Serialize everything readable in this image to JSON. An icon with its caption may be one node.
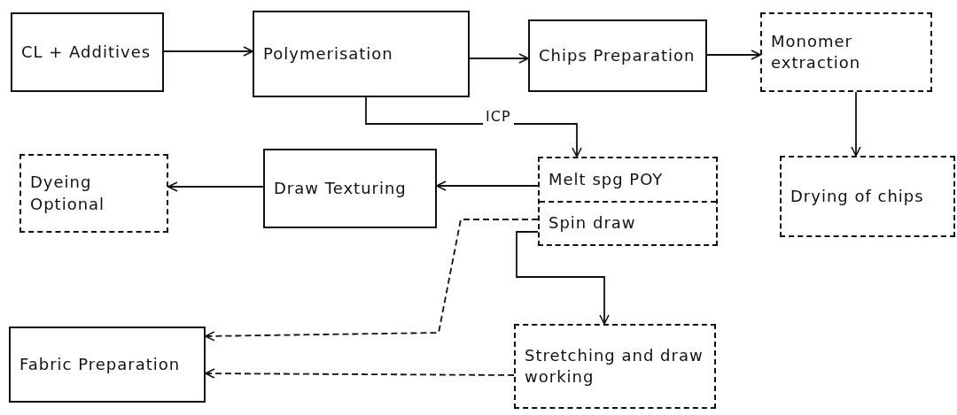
{
  "diagram": {
    "nodes": [
      {
        "text": [
          "CL + Additives"
        ]
      },
      {
        "text": [
          "Polymerisation"
        ]
      },
      {
        "text": [
          "Chips Preparation"
        ]
      },
      {
        "text": [
          "Monomer extraction"
        ]
      },
      {
        "text": [
          "Drying of chips"
        ]
      },
      {
        "text": [
          "Melt spg POY",
          "Spin draw"
        ]
      },
      {
        "text": [
          "Draw Texturing"
        ]
      },
      {
        "text": [
          "Dyeing Optional"
        ]
      },
      {
        "text": [
          "Stretching and draw working"
        ]
      },
      {
        "text": [
          "Fabric Preparation"
        ]
      }
    ],
    "edges": [
      {
        "from": 0,
        "to": 1,
        "arrow": "to"
      },
      {
        "from": 1,
        "to": 2,
        "arrow": "to"
      },
      {
        "from": 2,
        "to": 3,
        "arrow": "to"
      },
      {
        "from": 3,
        "to": 4,
        "arrow": "to"
      },
      {
        "from": 1,
        "to": 5,
        "arrow": "to",
        "label": "ICP"
      },
      {
        "from": 5,
        "to": 6,
        "arrow": "to"
      },
      {
        "from": 6,
        "to": 7,
        "arrow": "to"
      },
      {
        "from": 5,
        "to": 8,
        "arrow": "to"
      },
      {
        "from": 5,
        "to": 9,
        "arrow": "to",
        "style": "dashed"
      },
      {
        "from": 8,
        "to": 9,
        "arrow": "to",
        "style": "dashed"
      }
    ]
  }
}
